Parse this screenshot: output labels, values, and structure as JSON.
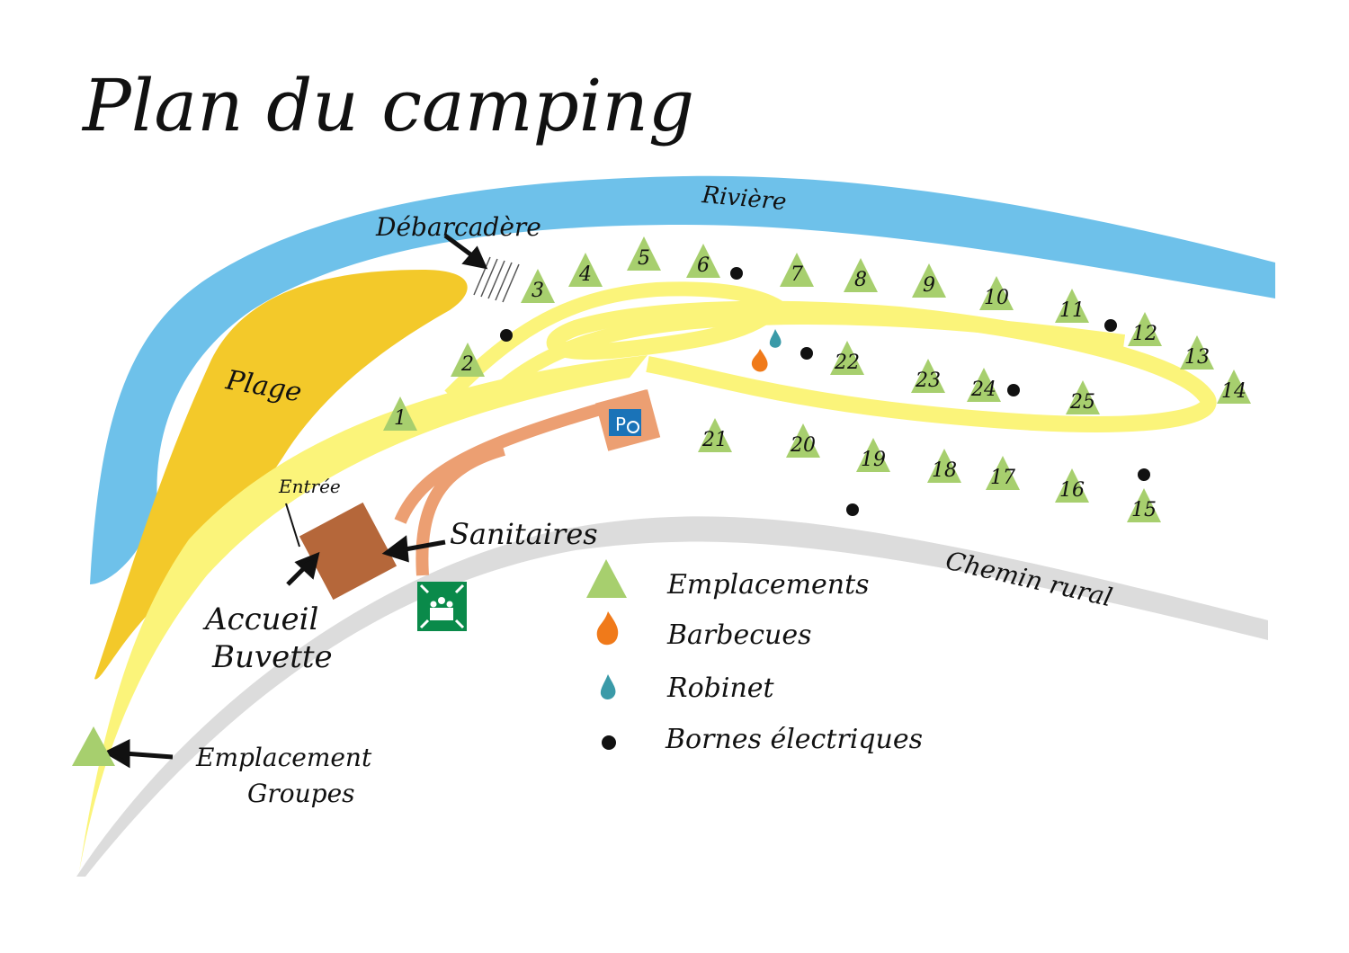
{
  "title": "Plan du camping",
  "labels": {
    "river": "Rivière",
    "pier": "Débarcadère",
    "beach": "Plage",
    "entrance": "Entrée",
    "sanitary": "Sanitaires",
    "reception_line1": "Accueil",
    "reception_line2": "Buvette",
    "group_site_line1": "Emplacement",
    "group_site_line2": "Groupes",
    "rural_road": "Chemin rural"
  },
  "sites": [
    "1",
    "2",
    "3",
    "4",
    "5",
    "6",
    "7",
    "8",
    "9",
    "10",
    "11",
    "12",
    "13",
    "14",
    "15",
    "16",
    "17",
    "18",
    "19",
    "20",
    "21",
    "22",
    "23",
    "24",
    "25"
  ],
  "icons": {
    "parking": "parking-disabled-icon",
    "assembly": "assembly-point-icon"
  },
  "legend": [
    {
      "icon": "tent-triangle",
      "label": "Emplacements"
    },
    {
      "icon": "fire",
      "label": "Barbecues"
    },
    {
      "icon": "water-drop",
      "label": "Robinet"
    },
    {
      "icon": "dot",
      "label": "Bornes électriques"
    }
  ],
  "colors": {
    "river": "#6ec1ea",
    "beach": "#f3c92a",
    "road": "#fbf47a",
    "path": "#ec9f72",
    "building": "#b5673a",
    "rural": "#dcdcdc",
    "tent": "#a7cf6e",
    "assembly": "#0a8a4a",
    "parking": "#1a73b8"
  }
}
